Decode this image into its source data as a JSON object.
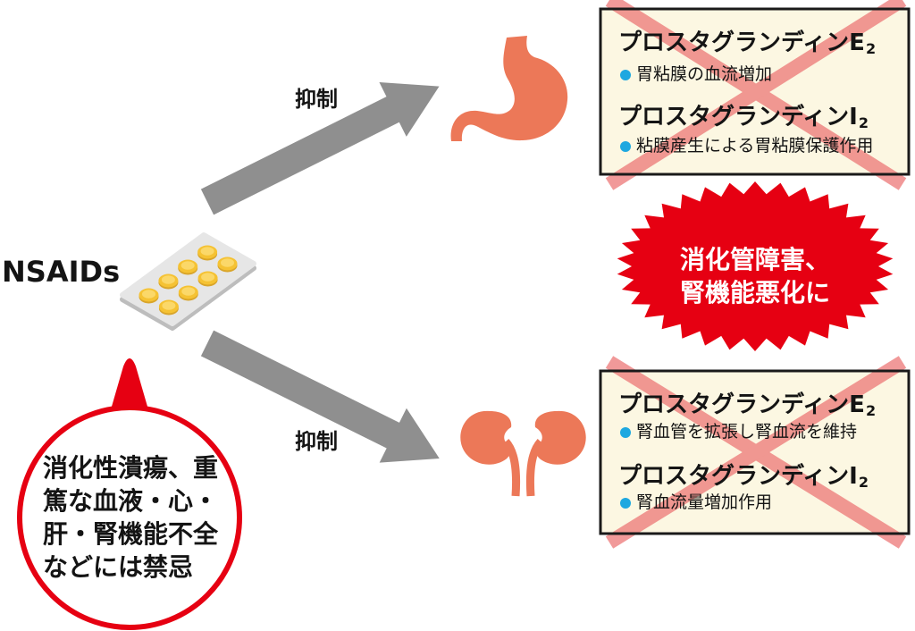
{
  "diagram": {
    "drug_label": "NSAIDs",
    "arrow_labels": {
      "upper": "抑制",
      "lower": "抑制"
    }
  },
  "stomach_box": {
    "items": [
      {
        "title": "プロスタグランディンE",
        "subscript": "2",
        "effect": "胃粘膜の血流増加"
      },
      {
        "title": "プロスタグランディンI",
        "subscript": "2",
        "effect": "粘膜産生による胃粘膜保護作用"
      }
    ]
  },
  "kidney_box": {
    "items": [
      {
        "title": "プロスタグランディンE",
        "subscript": "2",
        "effect": "腎血管を拡張し腎血流を維持"
      },
      {
        "title": "プロスタグランディンI",
        "subscript": "2",
        "effect": "腎血流量増加作用"
      }
    ]
  },
  "alert_burst": {
    "lines": [
      "消化管障害、",
      "腎機能悪化に"
    ]
  },
  "contraindication_bubble": {
    "lines": [
      "消化性潰瘍、重",
      "篤な血液・心・",
      "肝・腎機能不全",
      "などには禁忌"
    ]
  },
  "icons": [
    "blister-pack-icon",
    "stomach-icon",
    "kidneys-icon",
    "arrow-icon",
    "cross-mark-icon",
    "bullet-dot-icon",
    "starburst-icon",
    "speech-bubble-icon"
  ],
  "colors": {
    "arrow": "#8f8f8f",
    "organ": "#ec7858",
    "box_fill": "#fcf7e2",
    "box_border": "#1a1a1a",
    "cross": "#ec6f6f",
    "alert_red": "#e60012",
    "bullet": "#1ea8e0",
    "pill": "#f5c233",
    "pill_highlight": "#fbd869",
    "pack": "#e6e6e6",
    "pack_edge": "#bdbdbd"
  }
}
